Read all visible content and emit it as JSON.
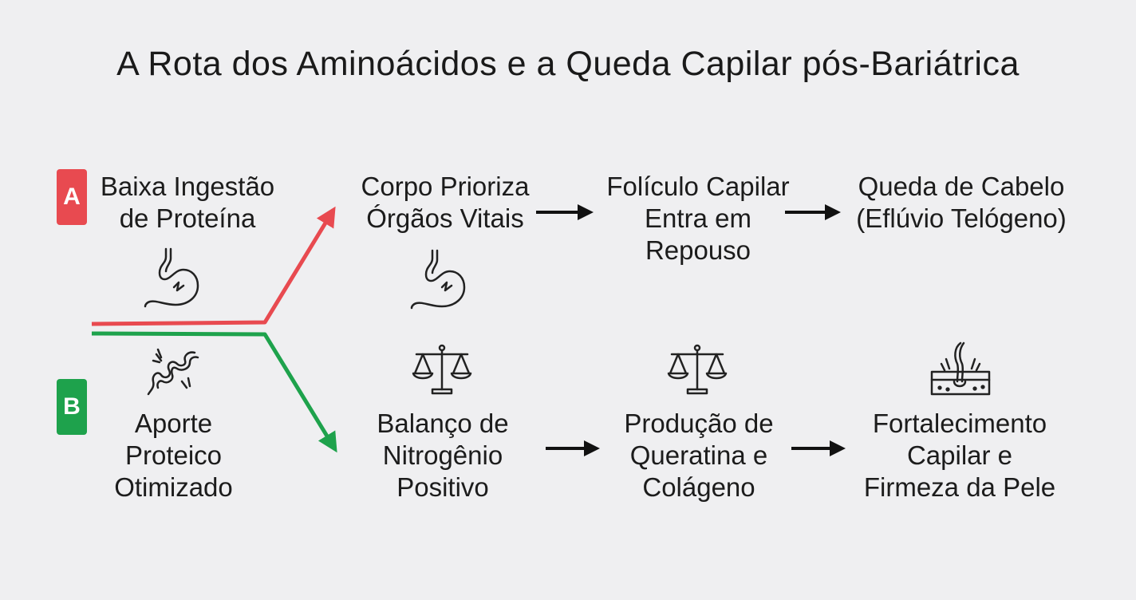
{
  "title": "A Rota dos Aminoácidos e a Queda Capilar pós-Bariátrica",
  "pathA": {
    "badge": "A",
    "color": "#e84a50",
    "nodes": [
      {
        "lines": [
          "Baixa Ingestão",
          "de Proteína"
        ]
      },
      {
        "lines": [
          "Corpo Prioriza",
          "Órgãos Vitais"
        ]
      },
      {
        "lines": [
          "Folículo Capilar",
          "Entra em",
          "Repouso"
        ]
      },
      {
        "lines": [
          "Queda de Cabelo",
          "(Eflúvio Telógeno)"
        ]
      }
    ],
    "icons": [
      "stomach-icon",
      "stomach-icon"
    ]
  },
  "pathB": {
    "badge": "B",
    "color": "#1ea24c",
    "nodes": [
      {
        "lines": [
          "Aporte",
          "Proteico",
          "Otimizado"
        ]
      },
      {
        "lines": [
          "Balanço de",
          "Nitrogênio",
          "Positivo"
        ]
      },
      {
        "lines": [
          "Produção de",
          "Queratina e",
          "Colágeno"
        ]
      },
      {
        "lines": [
          "Fortalecimento",
          "Capilar e",
          "Firmeza da Pele"
        ]
      }
    ],
    "icons": [
      "intestine-icon",
      "balance-scale-icon",
      "balance-scale-icon",
      "hair-follicle-icon"
    ]
  }
}
